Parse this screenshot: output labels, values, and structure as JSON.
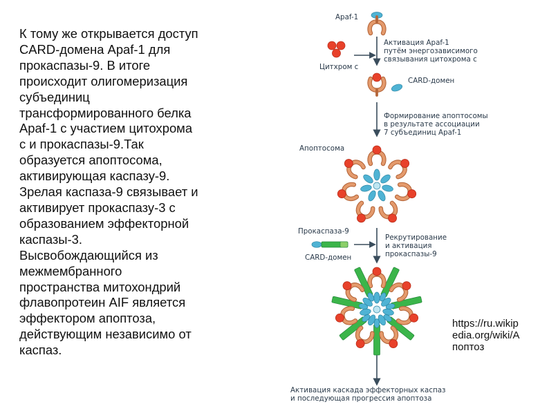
{
  "main_text": {
    "lines": [
      "К тому же открывается доступ",
      "CARD-домена Apaf-1 для",
      "прокаспазы-9. В итоге",
      "происходит олигомеризация",
      "субъединиц",
      "трансформированного белка",
      "Apaf-1 с участием цитохрома",
      "с и прокаспазы-9.Так",
      "образуется апоптосома,",
      "активирующая каспазу-9.",
      "Зрелая каспаза-9 связывает и",
      "активирует прокаспазу-3 с",
      "образованием эффекторной",
      "каспазы-3.",
      "Высвобождающийся из",
      "межмембранного",
      "пространства митохондрий",
      "флавопротеин AIF является",
      "эффектором апоптоза,",
      "действующим независимо от",
      "каспаз."
    ]
  },
  "source": {
    "lines": [
      "https://ru.wikip",
      "edia.org/wiki/A",
      "поптоз"
    ]
  },
  "diagram": {
    "labels": {
      "apaf1": "Apaf-1",
      "cytochrome_c": "Цитхром с",
      "step1_line1": "Активация Apaf-1",
      "step1_line2": "путём энергозависимого",
      "step1_line3": "связывания цитохрома с",
      "card_domain_1": "CARD-домен",
      "step2_line1": "Формирование апоптосомы",
      "step2_line2": "в результате ассоциации",
      "step2_line3": "7 субъединиц Apaf-1",
      "apoptosome": "Апоптосома",
      "procaspase9": "Прокаспаза-9",
      "card_domain_2": "CARD-домен",
      "step3_line1": "Рекрутирование",
      "step3_line2": "и активация",
      "step3_line3": "прокаспазы-9",
      "final_line1": "Активация каскада эффекторных каспаз",
      "final_line2": "и последующая прогрессия апоптоза"
    },
    "colors": {
      "apaf_body": "#e49a6c",
      "apaf_outline": "#b5663a",
      "cytochrome": "#e8412a",
      "card": "#4fb3d4",
      "caspase": "#3bb54a",
      "arrow": "#3a4d5c"
    }
  }
}
